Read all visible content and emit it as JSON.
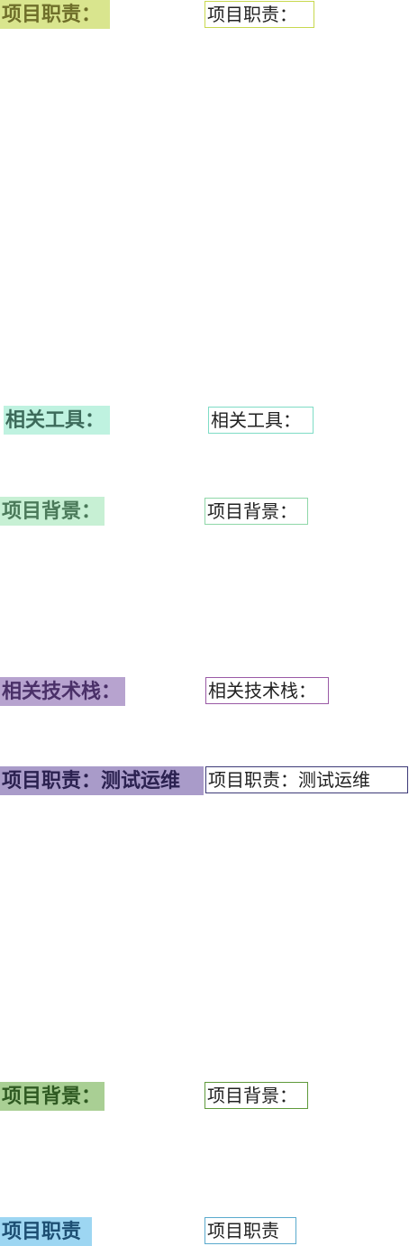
{
  "fields": [
    {
      "label": "项目职责：",
      "value": "项目职责："
    },
    {
      "label": "相关工具：",
      "value": "相关工具："
    },
    {
      "label": "项目背景：",
      "value": "项目背景："
    },
    {
      "label": "相关技术栈：",
      "value": "相关技术栈："
    },
    {
      "label": "项目职责：测试运维",
      "value": "项目职责：测试运维"
    },
    {
      "label": "项目背景：",
      "value": "项目背景："
    },
    {
      "label": "项目职责",
      "value": "项目职责"
    }
  ]
}
